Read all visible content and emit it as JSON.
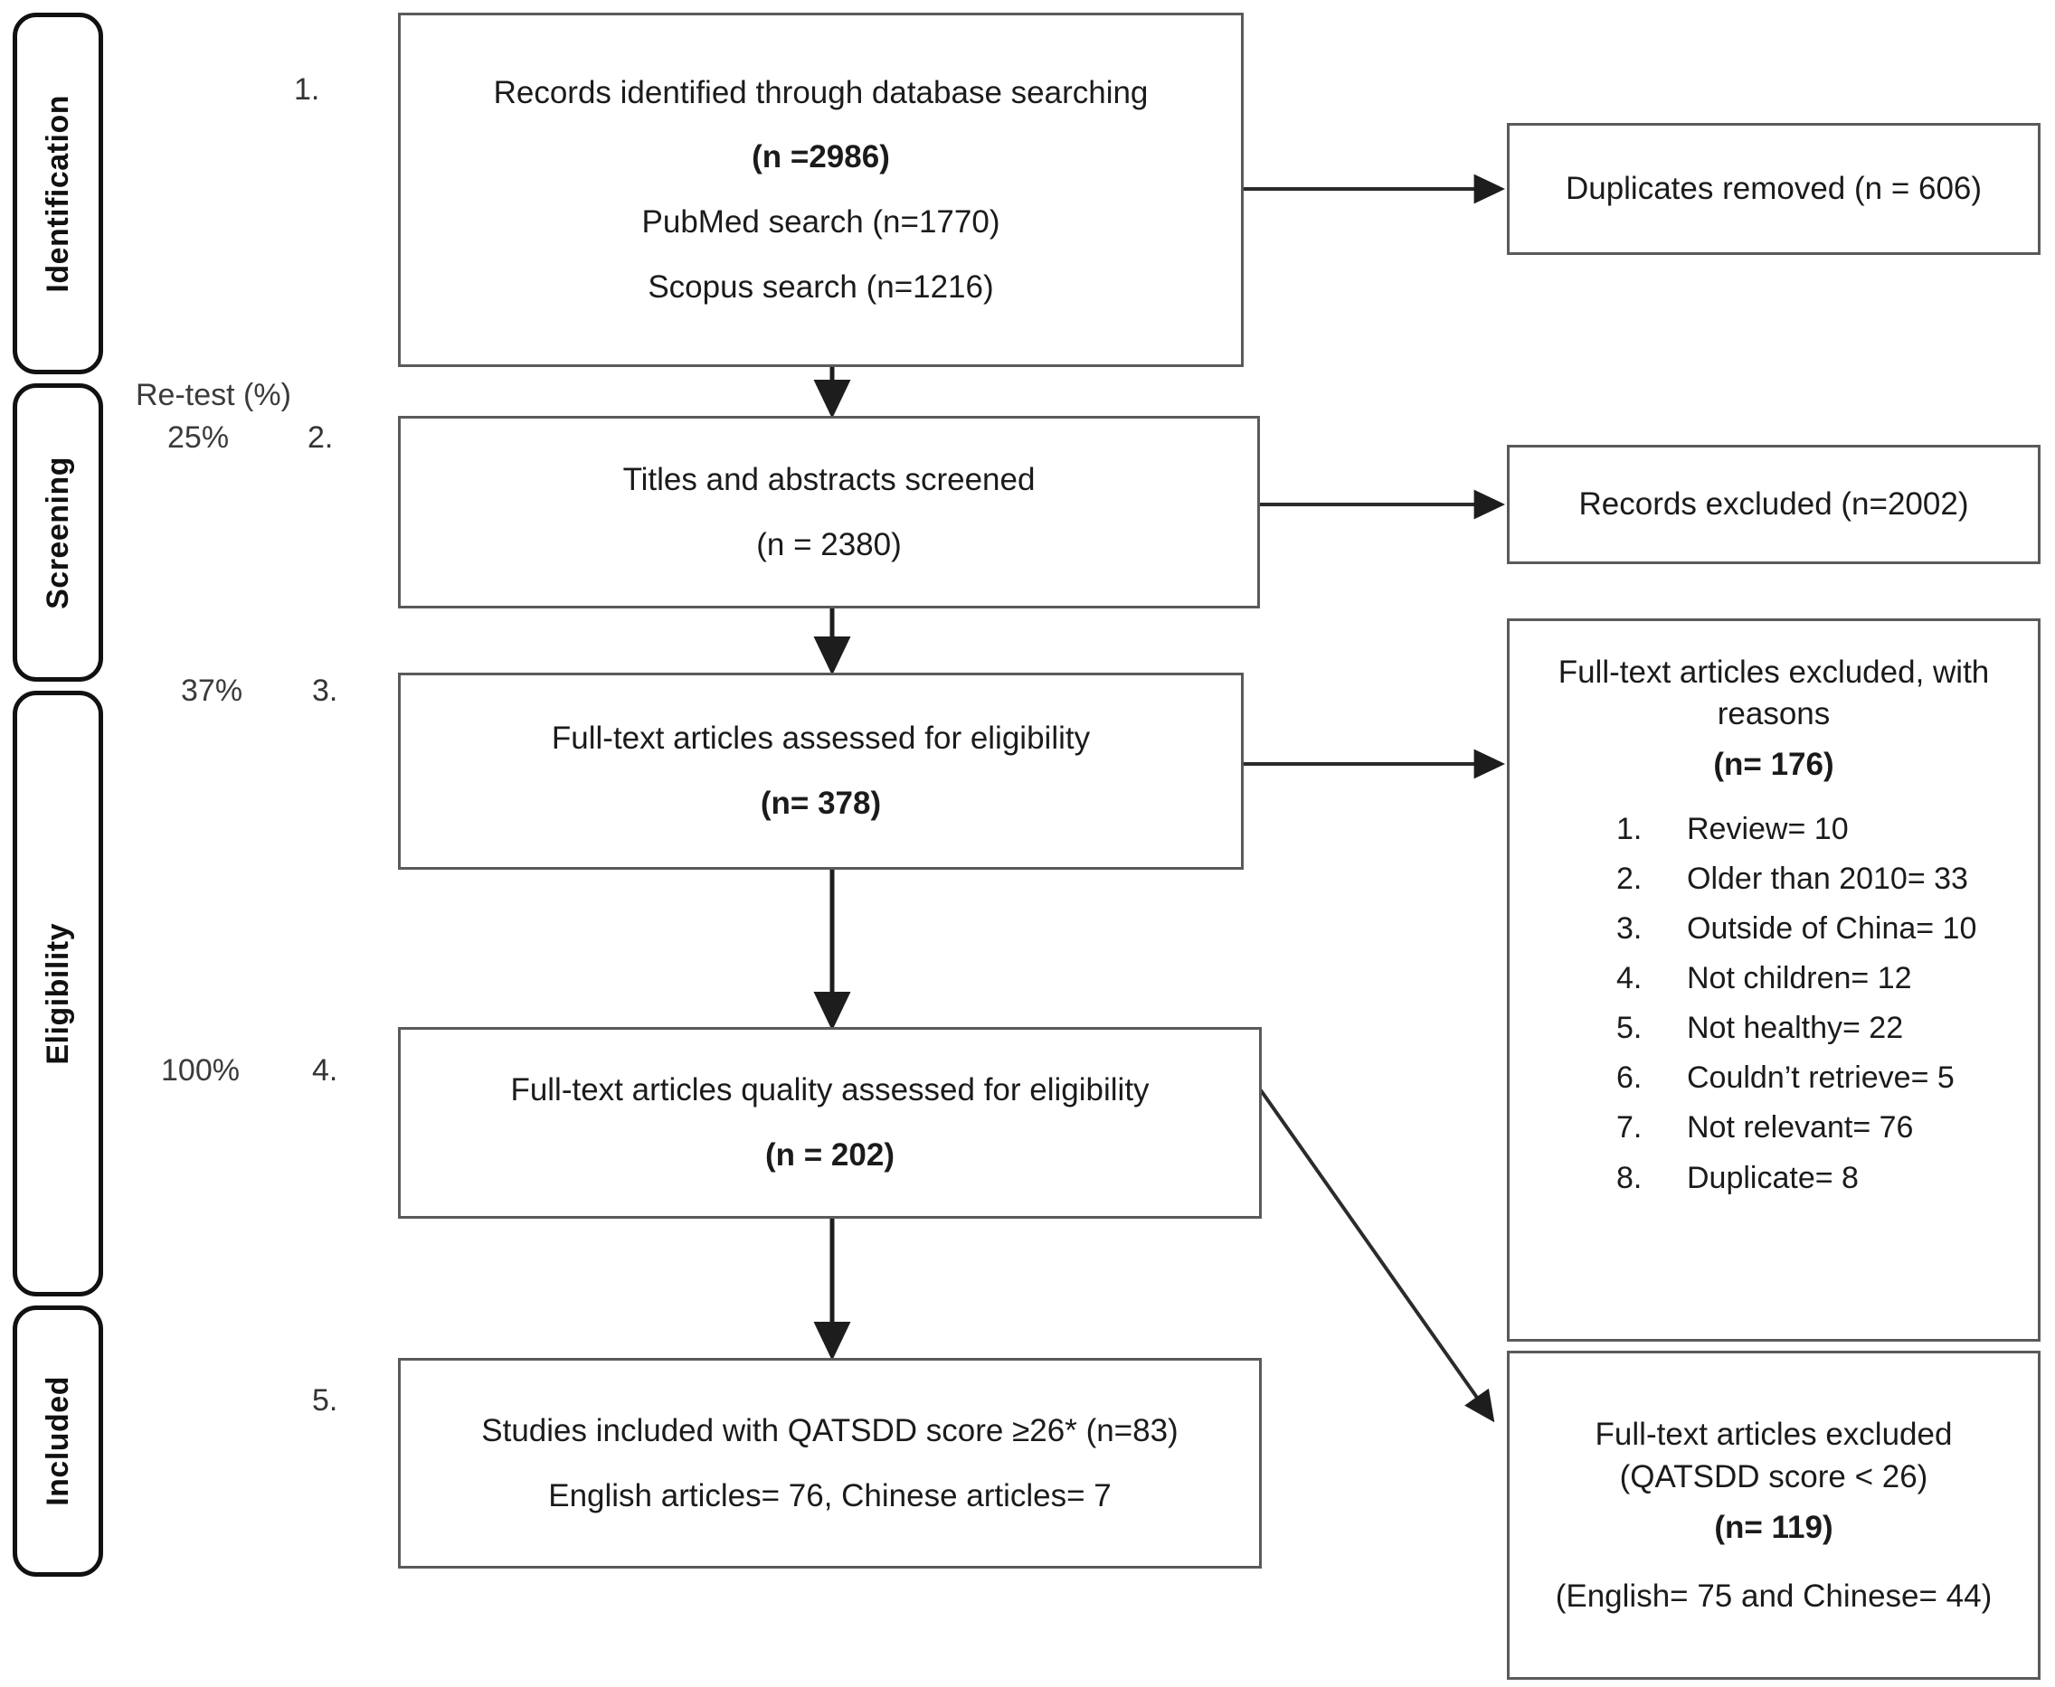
{
  "stages": [
    {
      "label": "Identification"
    },
    {
      "label": "Screening"
    },
    {
      "label": "Eligibility"
    },
    {
      "label": "Included"
    }
  ],
  "annotations": {
    "retest_header": "Re-test (%)",
    "retest_values": [
      "25%",
      "37%",
      "100%"
    ],
    "step_numbers": [
      "1.",
      "2.",
      "3.",
      "4.",
      "5."
    ]
  },
  "boxes": {
    "identified": {
      "lines": [
        "Records identified through database searching",
        "(n =2986)",
        "PubMed search (n=1770)",
        "Scopus search (n=1216)"
      ]
    },
    "duplicates_removed": {
      "line": "Duplicates removed (n = 606)"
    },
    "screened": {
      "lines": [
        "Titles and abstracts screened",
        "(n = 2380)"
      ]
    },
    "records_excluded": {
      "line": "Records excluded (n=2002)"
    },
    "fulltext_assessed": {
      "lines": [
        "Full-text articles assessed for eligibility",
        "(n= 378)"
      ]
    },
    "fulltext_excluded_reasons": {
      "heading": "Full-text articles excluded, with reasons",
      "n_label": "(n= 176)",
      "reasons": [
        {
          "index": "1.",
          "text": "Review= 10"
        },
        {
          "index": "2.",
          "text": "Older than 2010= 33"
        },
        {
          "index": "3.",
          "text": "Outside of China= 10"
        },
        {
          "index": "4.",
          "text": "Not children= 12"
        },
        {
          "index": "5.",
          "text": "Not healthy= 22"
        },
        {
          "index": "6.",
          "text": "Couldn’t retrieve=  5"
        },
        {
          "index": "7.",
          "text": "Not relevant= 76"
        },
        {
          "index": "8.",
          "text": "Duplicate= 8"
        }
      ]
    },
    "quality_assessed": {
      "lines": [
        "Full-text articles quality assessed for eligibility",
        "(n = 202)"
      ]
    },
    "studies_included": {
      "lines": [
        "Studies included with QATSDD score ≥26* (n=83)",
        "English articles= 76, Chinese articles= 7"
      ]
    },
    "quality_excluded": {
      "lines": [
        "Full-text articles excluded",
        "(QATSDD score < 26)",
        "(n= 119)",
        "(English= 75  and Chinese= 44)"
      ]
    }
  },
  "colors": {
    "box_border": "#5a5a5a",
    "pill_border": "#111111",
    "text": "#1b1b1b",
    "connector": "#2b2b2b",
    "background": "#ffffff"
  }
}
